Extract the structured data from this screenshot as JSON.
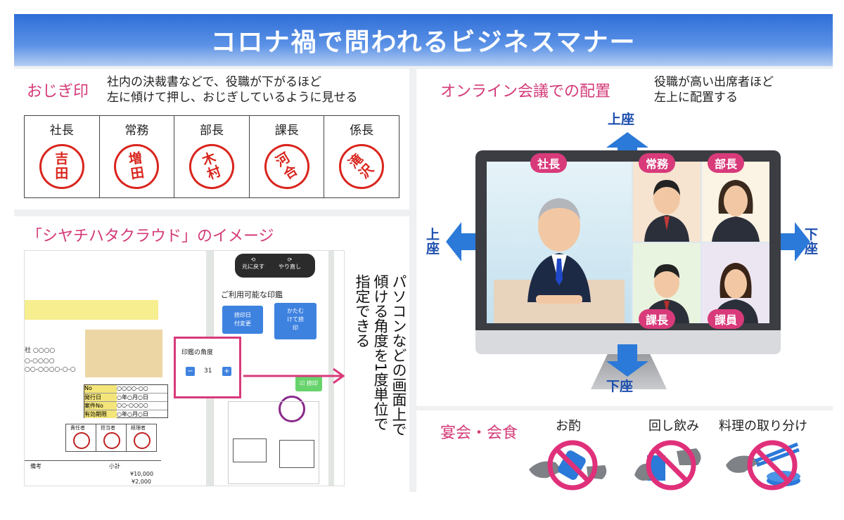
{
  "banner": {
    "title": "コロナ禍で問われるビジネスマナー"
  },
  "ojigi": {
    "title": "おじぎ印",
    "desc_line1": "社内の決裁書などで、役職が下がるほど",
    "desc_line2": "左に傾けて押し、おじぎしているように見せる",
    "stamps": [
      {
        "role": "社長",
        "name_top": "吉",
        "name_bottom": "田"
      },
      {
        "role": "常務",
        "name_top": "増",
        "name_bottom": "田"
      },
      {
        "role": "部長",
        "name_top": "木",
        "name_bottom": "村"
      },
      {
        "role": "課長",
        "name_top": "河",
        "name_bottom": "合"
      },
      {
        "role": "係長",
        "name_top": "滝",
        "name_bottom": "沢"
      }
    ],
    "stamp_color": "#d9251d"
  },
  "shachihata": {
    "title": "「シヤチハタクラウド」のイメージ",
    "vertical_text_col1": "パソコンなどの画面上で",
    "vertical_text_col2": "傾ける角度を1度単位で",
    "vertical_text_col3": "指定できる",
    "ui": {
      "undo_label": "元に戻す",
      "redo_label": "やり直し",
      "available_seals_label": "ご利用可能な印鑑",
      "seal_btn1_line1": "捺印日",
      "seal_btn1_line2": "付変更",
      "seal_btn2_line1": "かたむ",
      "seal_btn2_line2": "けて捺",
      "seal_btn2_line3": "印",
      "angle_label": "印鑑の角度",
      "angle_minus": "−",
      "angle_value": "31",
      "angle_plus": "+",
      "apply_label": "☑ 捺印",
      "doc_company": "社 ○○○○",
      "doc_line1": "○-○○○○",
      "doc_line2": "○○-○○○○-○-○",
      "doc_table_labels": [
        "No",
        "発行日",
        "案件No",
        "有効期限"
      ],
      "doc_table_values": [
        "○○○○-○○",
        "○年○月○日",
        "○○-○○○○",
        "○年○月○日"
      ],
      "approver_labels": [
        "責任者",
        "担当者",
        "経理者"
      ],
      "footer_left": "備考",
      "footer_right": "小計",
      "amount1": "¥10,000",
      "amount2": "¥2,000"
    }
  },
  "meeting": {
    "title": "オンライン会議での配置",
    "desc_line1": "役職が高い出席者ほど",
    "desc_line2": "左上に配置する",
    "seat_top": "上座",
    "seat_bottom": "下座",
    "seat_left_1": "上",
    "seat_left_2": "座",
    "seat_right_1": "下",
    "seat_right_2": "座",
    "labels": [
      "社長",
      "常務",
      "部長",
      "課長",
      "課員"
    ]
  },
  "banquet": {
    "title": "宴会・会食",
    "items": [
      "お酌",
      "回し飲み",
      "料理の取り分け"
    ]
  },
  "colors": {
    "accent_pink": "#d33a78",
    "banner_blue": "#2f6ed8",
    "arrow_blue": "#2b79d8",
    "prohibit_pink": "#e0307a"
  }
}
